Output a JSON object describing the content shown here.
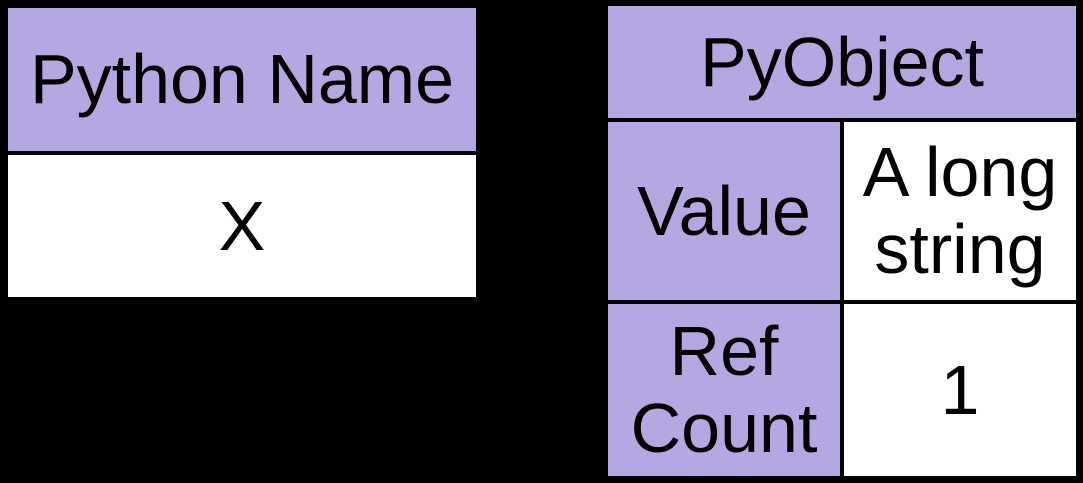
{
  "theme": {
    "bg": "#000000",
    "header_fill": "#b5a8e2",
    "cell_fill": "#ffffff",
    "ink": "#000000",
    "line": "#000000"
  },
  "name_table": {
    "header": "Python Name",
    "value": "X"
  },
  "pyobject_table": {
    "header": "PyObject",
    "rows": [
      {
        "label": "Value",
        "value": "A long string"
      },
      {
        "label": "Ref Count",
        "value": "1"
      }
    ]
  }
}
